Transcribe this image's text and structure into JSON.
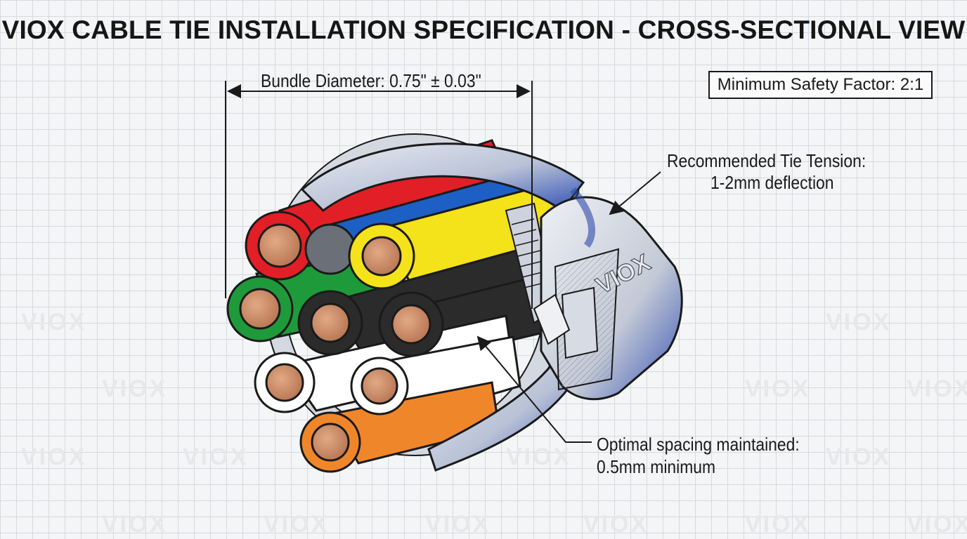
{
  "title": "VIOX CABLE TIE INSTALLATION SPECIFICATION - CROSS-SECTIONAL VIEW",
  "safety_factor": "Minimum Safety Factor: 2:1",
  "bundle_diameter": "Bundle Diameter: 0.75\" ± 0.03\"",
  "tension": {
    "line1": "Recommended Tie Tension:",
    "line2": "1-2mm deflection"
  },
  "spacing": {
    "line1": "Optimal spacing maintained:",
    "line2": "0.5mm minimum"
  },
  "tie_brand": "VIOX",
  "watermark": "VIOX",
  "colors": {
    "red": "#e21f26",
    "grey": "#6b6f78",
    "blue": "#1d5fc4",
    "yellow": "#f4e21a",
    "green": "#1f9a3a",
    "black": "#2b2b2b",
    "white": "#ffffff",
    "orange": "#f0862a",
    "copper": "#c98a64",
    "tie": "#c9ced8",
    "tie_shadow": "#3a56b8"
  }
}
